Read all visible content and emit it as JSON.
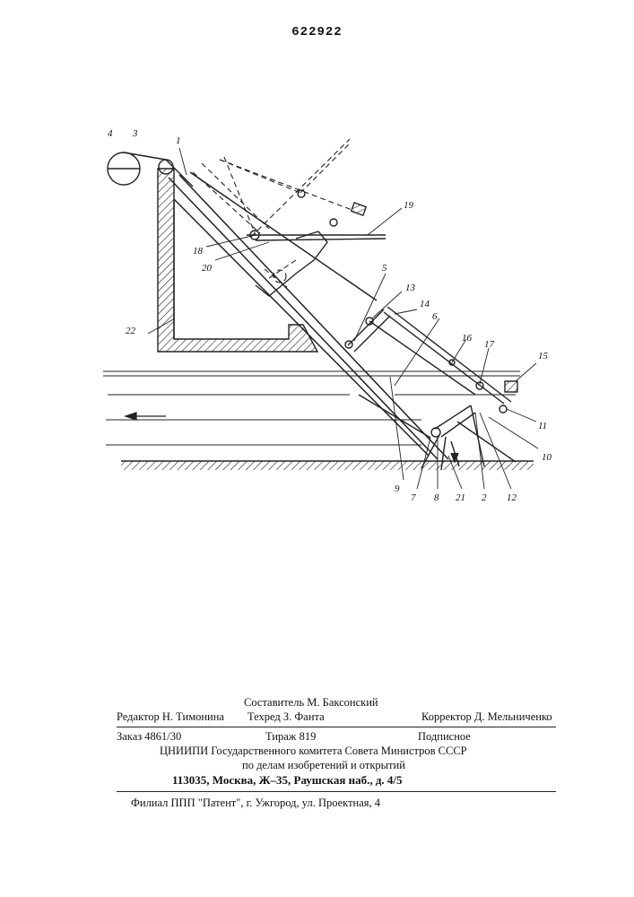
{
  "patent_number": "622922",
  "figure": {
    "labels": [
      "1",
      "2",
      "3",
      "4",
      "5",
      "6",
      "7",
      "8",
      "9",
      "10",
      "11",
      "12",
      "13",
      "14",
      "15",
      "16",
      "17",
      "18",
      "19",
      "20",
      "21",
      "22"
    ]
  },
  "imprint": {
    "compiler": "Составитель М. Баксонский",
    "editor": "Редактор Н. Тимонина",
    "techred": "Техред З. Фанта",
    "corrector": "Корректор Д. Мельниченко",
    "order": "Заказ 4861/30",
    "circulation": "Тираж 819",
    "subscription": "Подписное",
    "institute": "ЦНИИПИ Государственного комитета Совета Министров СССР",
    "affairs": "по делам изобретений и открытий",
    "address": "113035, Москва, Ж–35, Раушская наб., д. 4/5",
    "branch": "Филиал ППП \"Патент\", г. Ужгород, ул. Проектная, 4"
  }
}
